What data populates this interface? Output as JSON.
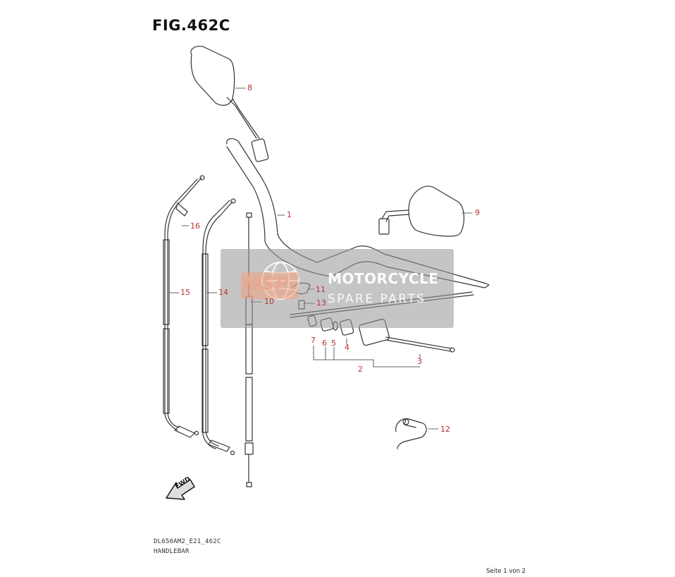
{
  "figure": {
    "title": "FIG.462C",
    "model_code": "DL650AM2_E21_462C",
    "section_name": "HANDLEBAR",
    "page_info": "Seite 1 von 2"
  },
  "callouts": {
    "c1": "1",
    "c2": "2",
    "c3": "3",
    "c4": "4",
    "c5": "5",
    "c6": "6",
    "c7": "7",
    "c8": "8",
    "c9": "9",
    "c10": "10",
    "c11": "11",
    "c12": "12",
    "c13": "13",
    "c14": "14",
    "c15": "15",
    "c16": "16"
  },
  "watermark": {
    "logo_text": "MSP",
    "title": "MOTORCYCLE",
    "subtitle": "SPARE PARTS"
  },
  "direction_label": "FWD",
  "colors": {
    "callout": "#b5332e",
    "line": "#333333",
    "watermark_bg": "#969696"
  }
}
